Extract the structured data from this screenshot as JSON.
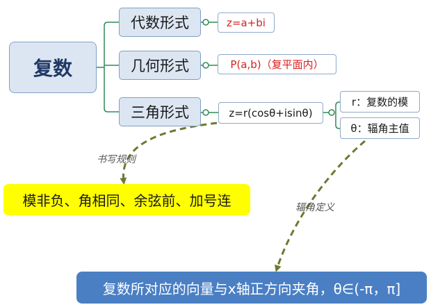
{
  "root": {
    "label": "复数"
  },
  "branches": [
    {
      "label": "代数形式"
    },
    {
      "label": "几何形式"
    },
    {
      "label": "三角形式"
    }
  ],
  "leaves": {
    "algebraic": "z=a+bi",
    "geometric": "P(a,b)（复平面内）",
    "trig": "z=r(cosθ+isinθ)",
    "modulus": "r：复数的模",
    "argument": "θ：辐角主值"
  },
  "notes": {
    "writing_rule_label": "书写规则",
    "writing_rule": "模非负、角相同、余弦前、加号连",
    "argument_def_label": "辐角定义",
    "argument_def": "复数所对应的向量与x轴正方向夹角，θ∈(-π，π]"
  },
  "colors": {
    "node_fill": "#dce6f2",
    "node_border": "#7f9fc4",
    "connector": "#2e8b57",
    "dashed_arrow": "#6b7a2f",
    "highlight": "#ffff00",
    "definition_fill": "#4a7fc4",
    "leaf_red_text": "#d62020"
  }
}
